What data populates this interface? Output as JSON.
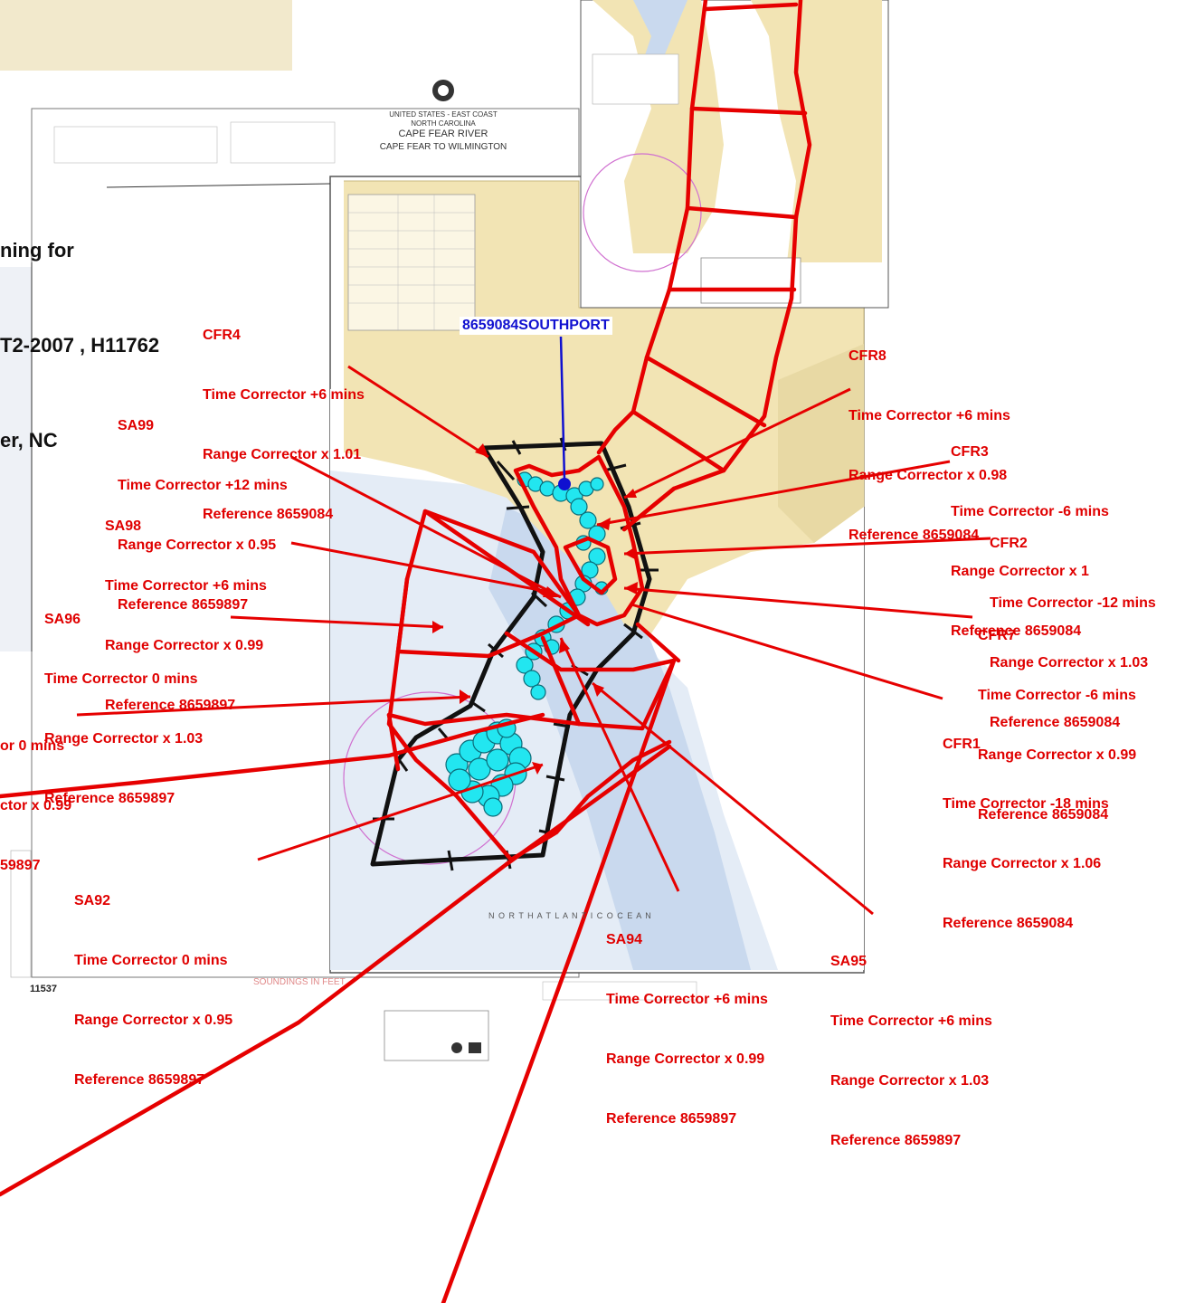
{
  "title_lines": [
    "ning for",
    "T2-2007 , H11762",
    "er, NC"
  ],
  "chart": {
    "country": "UNITED STATES - EAST COAST",
    "state": "NORTH CAROLINA",
    "river": "CAPE FEAR RIVER",
    "reach": "CAPE FEAR TO WILMINGTON",
    "number": "11537",
    "soundings": "SOUNDINGS IN FEET",
    "ocean": "N O R T H   A T L A N T I C   O C E A N"
  },
  "station": {
    "label": "8659084SOUTHPORT"
  },
  "zones": [
    {
      "id": "CFR4",
      "lines": [
        "CFR4",
        "Time Corrector +6 mins",
        "Range Corrector x 1.01",
        "Reference 8659084"
      ]
    },
    {
      "id": "SA99",
      "lines": [
        "SA99",
        "Time Corrector +12 mins",
        "Range Corrector x 0.95",
        "Reference 8659897"
      ]
    },
    {
      "id": "SA98",
      "lines": [
        "SA98",
        "Time Corrector +6 mins",
        "Range Corrector x 0.99",
        "Reference 8659897"
      ]
    },
    {
      "id": "SA96",
      "lines": [
        "SA96",
        "Time Corrector 0 mins",
        "Range Corrector x 1.03",
        "Reference 8659897"
      ]
    },
    {
      "id": "SA-partial",
      "lines": [
        "or 0 mins",
        "ctor x 0.99",
        "59897"
      ]
    },
    {
      "id": "SA92",
      "lines": [
        "SA92",
        "Time Corrector 0 mins",
        "Range Corrector x 0.95",
        "Reference 8659897"
      ]
    },
    {
      "id": "SA94",
      "lines": [
        "SA94",
        "Time Corrector +6 mins",
        "Range Corrector x 0.99",
        "Reference 8659897"
      ]
    },
    {
      "id": "SA95",
      "lines": [
        "SA95",
        "Time Corrector +6 mins",
        "Range Corrector x 1.03",
        "Reference 8659897"
      ]
    },
    {
      "id": "CFR8",
      "lines": [
        "CFR8",
        "Time Corrector +6 mins",
        "Range Corrector x 0.98",
        "Reference 8659084"
      ]
    },
    {
      "id": "CFR3",
      "lines": [
        "CFR3",
        "Time Corrector -6 mins",
        "Range Corrector x 1",
        "Reference 8659084"
      ]
    },
    {
      "id": "CFR2",
      "lines": [
        "CFR2",
        "Time Corrector -12 mins",
        "Range Corrector x 1.03",
        "Reference 8659084"
      ]
    },
    {
      "id": "CFR7",
      "lines": [
        "CFR7",
        "Time Corrector -6 mins",
        "Range Corrector x 0.99",
        "Reference 8659084"
      ]
    },
    {
      "id": "CFR1",
      "lines": [
        "CFR1",
        "Time Corrector -18 mins",
        "Range Corrector x 1.06",
        "Reference 8659084"
      ]
    }
  ],
  "colors": {
    "zone": "#e60000",
    "survey": "#111111",
    "data": "#22e6f0",
    "station": "#1010d0",
    "land": "#f2e4b4",
    "water": "#c8d8ec"
  }
}
